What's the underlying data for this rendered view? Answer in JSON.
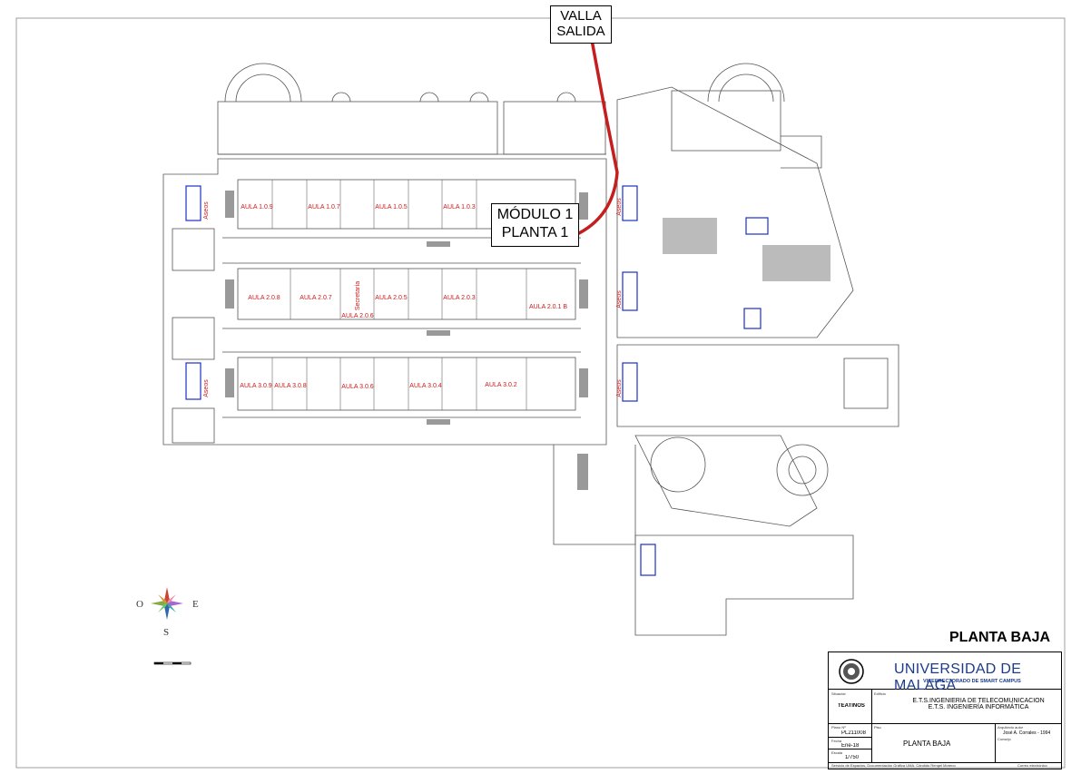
{
  "callouts": {
    "exit": [
      "VALLA",
      "SALIDA"
    ],
    "module": [
      "MÓDULO 1",
      "PLANTA 1"
    ]
  },
  "rooms": {
    "row1": [
      "AULA 1.0.9",
      "AULA 1.0.7",
      "AULA 1.0.5",
      "AULA 1.0.3"
    ],
    "row2": [
      "AULA 2.0.8",
      "AULA 2.0.7",
      "AULA 2.0.6",
      "AULA 2.0.5",
      "AULA 2.0.3",
      "AULA 2.0.1 B"
    ],
    "row3": [
      "AULA 3.0.9",
      "AULA 3.0.8",
      "AULA 3.0.6",
      "AULA 3.0.4",
      "AULA 3.0.2"
    ],
    "secretaria": "Secretaría",
    "aseos": "Aseos"
  },
  "plan_title": "PLANTA BAJA",
  "title_block": {
    "university": "UNIVERSIDAD DE MALAGA",
    "vicerrectorado": "VICERRECTORADO DE SMART CAMPUS",
    "situacion_label": "Situación",
    "situacion": "TEATINOS",
    "edificio_label": "Edificio",
    "edificio_lines": [
      "E.T.S.INGENIERÍA DE TELECOMUNICACIÓN",
      "E.T.S. INGENIERÍA INFORMÁTICA"
    ],
    "plano_label": "Plano Nº",
    "plano": "PL211008",
    "fecha_label": "Fecha",
    "fecha": "Ene-18",
    "escala_label": "Escala",
    "escala": "1/750",
    "piso_label": "Piso",
    "piso": "PLANTA BAJA",
    "arquitecto_label": "Arquitecto autor",
    "arquitecto": "José A. Corrales - 1994",
    "consejo_label": "Consejo",
    "footer_left": "Servicio de Espacios, Documentación Gráfica UMA. Cándido Rengel Moreno",
    "footer_right": "Correo electrónico"
  },
  "compass": {
    "w": "O",
    "e": "E",
    "s": "S"
  },
  "colors": {
    "route": "#c41e1e",
    "room_text": "#d01818",
    "wc_blue": "#1a2ec8",
    "uni_blue": "#1a3b8a"
  }
}
